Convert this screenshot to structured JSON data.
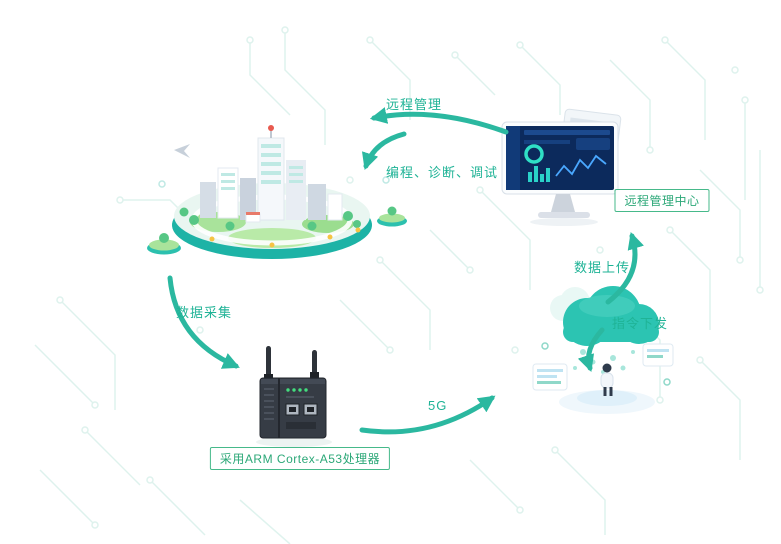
{
  "labels": {
    "remote_management": "远程管理",
    "program_diagnose_debug": "编程、诊断、调试",
    "data_collection": "数据采集",
    "network": "5G",
    "data_upload": "数据上传",
    "command_dispatch": "指令下发"
  },
  "captions": {
    "remote_center": "远程管理中心",
    "router_processor": "采用ARM Cortex-A53处理器"
  },
  "icons": {
    "smart_city": "smart-city-illustration",
    "monitor": "management-center-monitor-illustration",
    "router": "industrial-router-illustration",
    "cloud": "cloud-computing-illustration"
  },
  "colors": {
    "accent_teal": "#2bb8a0",
    "caption_green": "#2ca878",
    "circuit_trace": "#ddf2ed"
  }
}
